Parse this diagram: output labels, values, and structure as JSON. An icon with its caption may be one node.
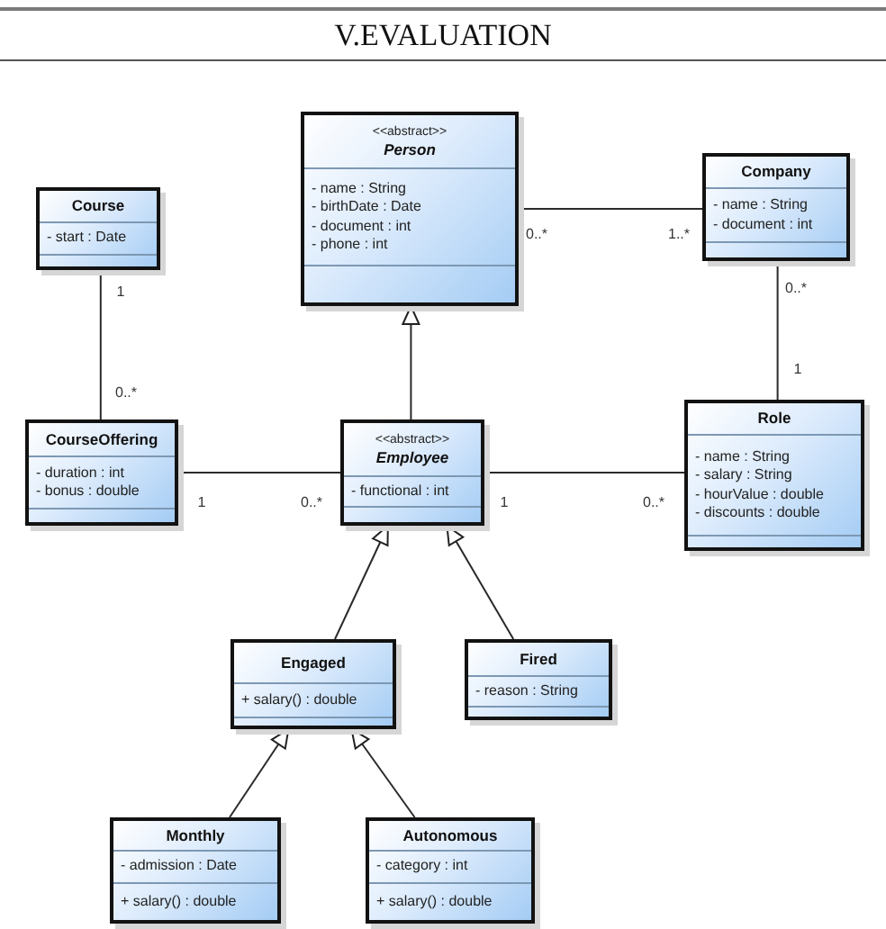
{
  "diagram": {
    "title": "V.EVALUATION",
    "nodes": [
      {
        "text": [
          "<<abstract>>",
          "Person",
          "- name : String",
          "- birthDate : Date",
          "- document : int",
          "- phone : int"
        ]
      },
      {
        "text": [
          "Company",
          "- name : String",
          "- document : int"
        ]
      },
      {
        "text": [
          "Course",
          "- start : Date"
        ]
      },
      {
        "text": [
          "CourseOffering",
          "- duration : int",
          "- bonus : double"
        ]
      },
      {
        "text": [
          "<<abstract>>",
          "Employee",
          "- functional : int"
        ]
      },
      {
        "text": [
          "Role",
          "- name : String",
          "- salary : String",
          "- hourValue : double",
          "- discounts : double"
        ]
      },
      {
        "text": [
          "Engaged",
          "+ salary() : double"
        ]
      },
      {
        "text": [
          "Fired",
          "- reason : String"
        ]
      },
      {
        "text": [
          "Monthly",
          "- admission : Date",
          "+ salary() : double"
        ]
      },
      {
        "text": [
          "Autonomous",
          "- category : int",
          "+ salary() : double"
        ]
      }
    ],
    "edges": [
      {
        "from": 0,
        "to": 1,
        "arrow": "none"
      },
      {
        "from": 2,
        "to": 3,
        "arrow": "none"
      },
      {
        "from": 4,
        "to": 0,
        "arrow": "to"
      },
      {
        "from": 1,
        "to": 5,
        "arrow": "none"
      },
      {
        "from": 3,
        "to": 4,
        "arrow": "none"
      },
      {
        "from": 4,
        "to": 5,
        "arrow": "none"
      },
      {
        "from": 6,
        "to": 4,
        "arrow": "to"
      },
      {
        "from": 7,
        "to": 4,
        "arrow": "to"
      },
      {
        "from": 8,
        "to": 6,
        "arrow": "to"
      },
      {
        "from": 9,
        "to": 6,
        "arrow": "to"
      }
    ],
    "labels": [
      "0..*",
      "1..*",
      "1",
      "0..*",
      "1",
      "0..*",
      "1",
      "0..*",
      "1",
      "0..*"
    ]
  }
}
